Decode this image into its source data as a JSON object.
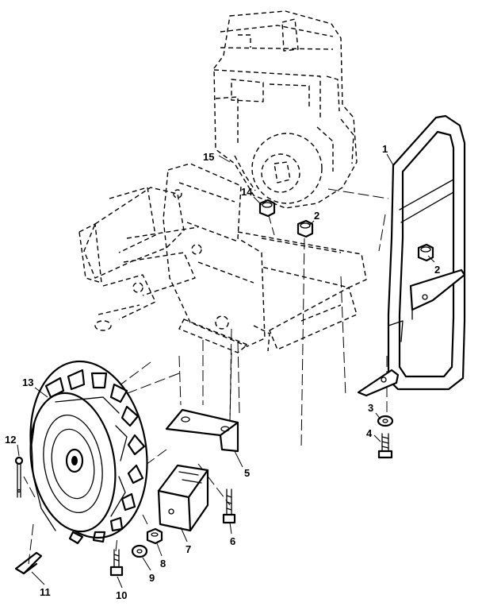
{
  "diagram": {
    "callouts": [
      {
        "id": "1",
        "text": "1"
      },
      {
        "id": "2a",
        "text": "2"
      },
      {
        "id": "2b",
        "text": "2"
      },
      {
        "id": "3",
        "text": "3"
      },
      {
        "id": "4",
        "text": "4"
      },
      {
        "id": "5",
        "text": "5"
      },
      {
        "id": "6",
        "text": "6"
      },
      {
        "id": "7",
        "text": "7"
      },
      {
        "id": "8",
        "text": "8"
      },
      {
        "id": "9",
        "text": "9"
      },
      {
        "id": "10",
        "text": "10"
      },
      {
        "id": "11",
        "text": "11"
      },
      {
        "id": "12",
        "text": "12"
      },
      {
        "id": "13",
        "text": "13"
      },
      {
        "id": "14",
        "text": "14"
      },
      {
        "id": "15",
        "text": "15"
      }
    ]
  }
}
